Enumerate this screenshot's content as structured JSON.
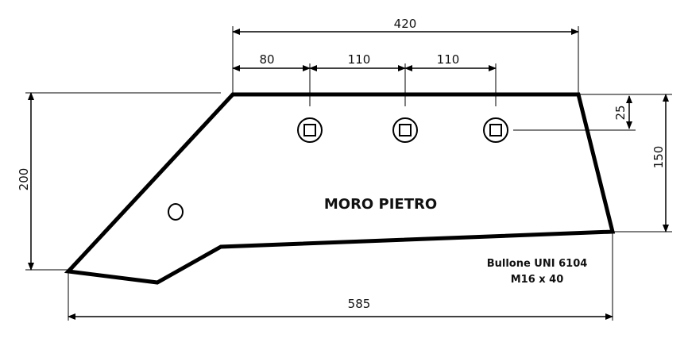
{
  "drawing": {
    "label": "MORO PIETRO",
    "bolt_note_line1": "Bullone UNI 6104",
    "bolt_note_line2": "M16 x 40"
  },
  "dimensions": {
    "top_overall": "420",
    "hole_spacing_1": "80",
    "hole_spacing_2": "110",
    "hole_spacing_3": "110",
    "hole_offset_vertical": "25",
    "right_height": "150",
    "left_height": "200",
    "bottom_overall": "585"
  },
  "colors": {
    "outline": "#000000",
    "dimension_line": "#000000",
    "background": "#ffffff"
  }
}
